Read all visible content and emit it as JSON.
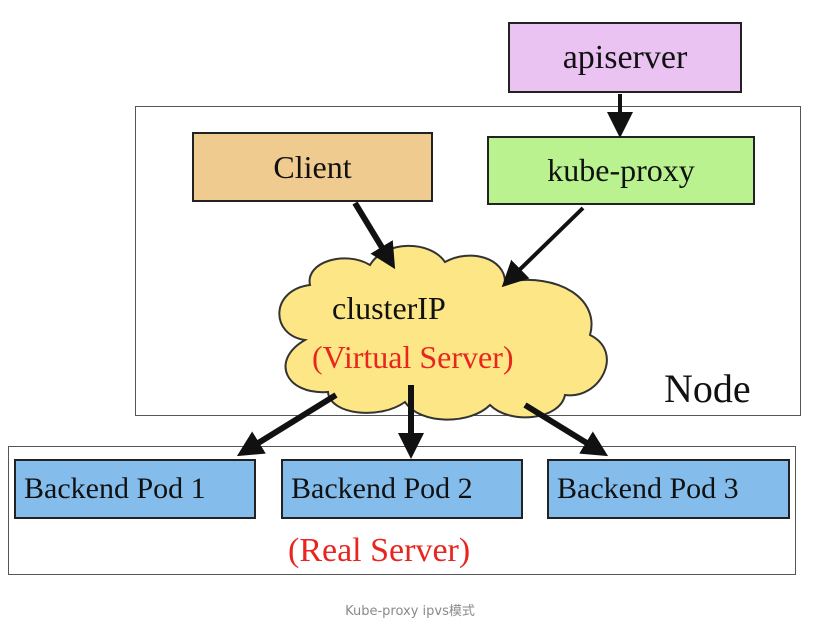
{
  "nodes": {
    "apiserver": "apiserver",
    "client": "Client",
    "kube_proxy": "kube-proxy",
    "cluster_ip": "clusterIP",
    "virtual_server": "(Virtual Server)",
    "node_label": "Node",
    "pods": [
      "Backend Pod 1",
      "Backend Pod 2",
      "Backend Pod 3"
    ],
    "real_server": "(Real Server)"
  },
  "caption": "Kube-proxy ipvs模式",
  "colors": {
    "apiserver_fill": "#eac3f3",
    "client_fill": "#f0cb8f",
    "kube_proxy_fill": "#b9f28f",
    "cloud_fill": "#fde686",
    "pod_fill": "#84bdec",
    "red_text": "#e8261f",
    "arrow": "#111111"
  },
  "edges": [
    {
      "from": "apiserver",
      "to": "kube_proxy"
    },
    {
      "from": "client",
      "to": "cluster_ip"
    },
    {
      "from": "kube_proxy",
      "to": "cluster_ip"
    },
    {
      "from": "cluster_ip",
      "to": "pod_1"
    },
    {
      "from": "cluster_ip",
      "to": "pod_2"
    },
    {
      "from": "cluster_ip",
      "to": "pod_3"
    }
  ]
}
